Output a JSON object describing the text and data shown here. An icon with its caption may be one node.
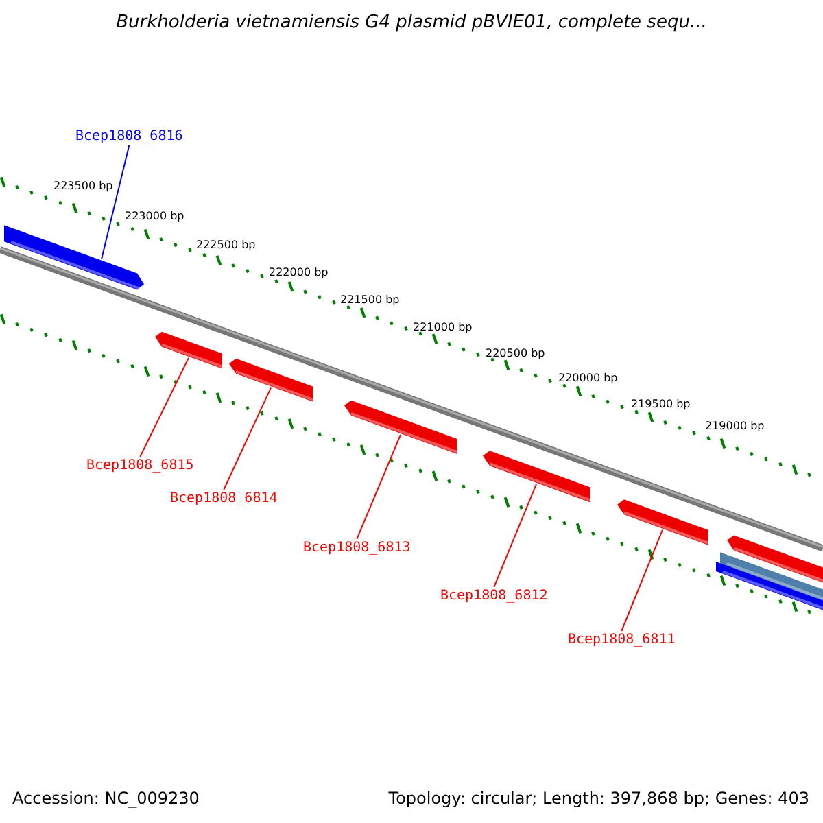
{
  "diagram": {
    "title": "Burkholderia vietnamiensis G4 plasmid pBVIE01, complete sequ...",
    "nodes": [
      {
        "text": [
          "Bcep1808_6816"
        ]
      },
      {
        "text": [],
        "shape": "bar"
      },
      {
        "text": [],
        "shape": "bar"
      },
      {
        "text": [],
        "shape": "bar"
      },
      {
        "text": [],
        "shape": "bar"
      },
      {
        "text": [],
        "shape": "bar"
      },
      {
        "text": [],
        "shape": "bar"
      },
      {
        "text": [],
        "shape": "bar"
      },
      {
        "text": [],
        "shape": "bar"
      },
      {
        "text": [],
        "shape": "bar"
      },
      {
        "text": [
          "Bcep1808_6815"
        ]
      },
      {
        "text": [
          "Bcep1808_6814"
        ]
      },
      {
        "text": [
          "Bcep1808_6813"
        ]
      },
      {
        "text": [
          "Bcep1808_6812"
        ]
      },
      {
        "text": [
          "Bcep1808_6811"
        ]
      }
    ],
    "edges": [
      {
        "from": 0,
        "to": 1,
        "arrow": "none",
        "color": "#0000ff"
      },
      {
        "from": 10,
        "to": 2,
        "arrow": "none"
      },
      {
        "from": 11,
        "to": 3,
        "arrow": "none"
      },
      {
        "from": 12,
        "to": 4,
        "arrow": "none"
      },
      {
        "from": 13,
        "to": 5,
        "arrow": "none"
      },
      {
        "from": 14,
        "to": 6,
        "arrow": "none"
      }
    ],
    "labels": [
      "223500 bp",
      "223000 bp",
      "222500 bp",
      "222000 bp",
      "221500 bp",
      "221000 bp",
      "220500 bp",
      "220000 bp",
      "219500 bp",
      "219000 bp",
      "Accession: NC_009230",
      "Topology: circular; Length: 397,868 bp; Genes: 403"
    ]
  }
}
